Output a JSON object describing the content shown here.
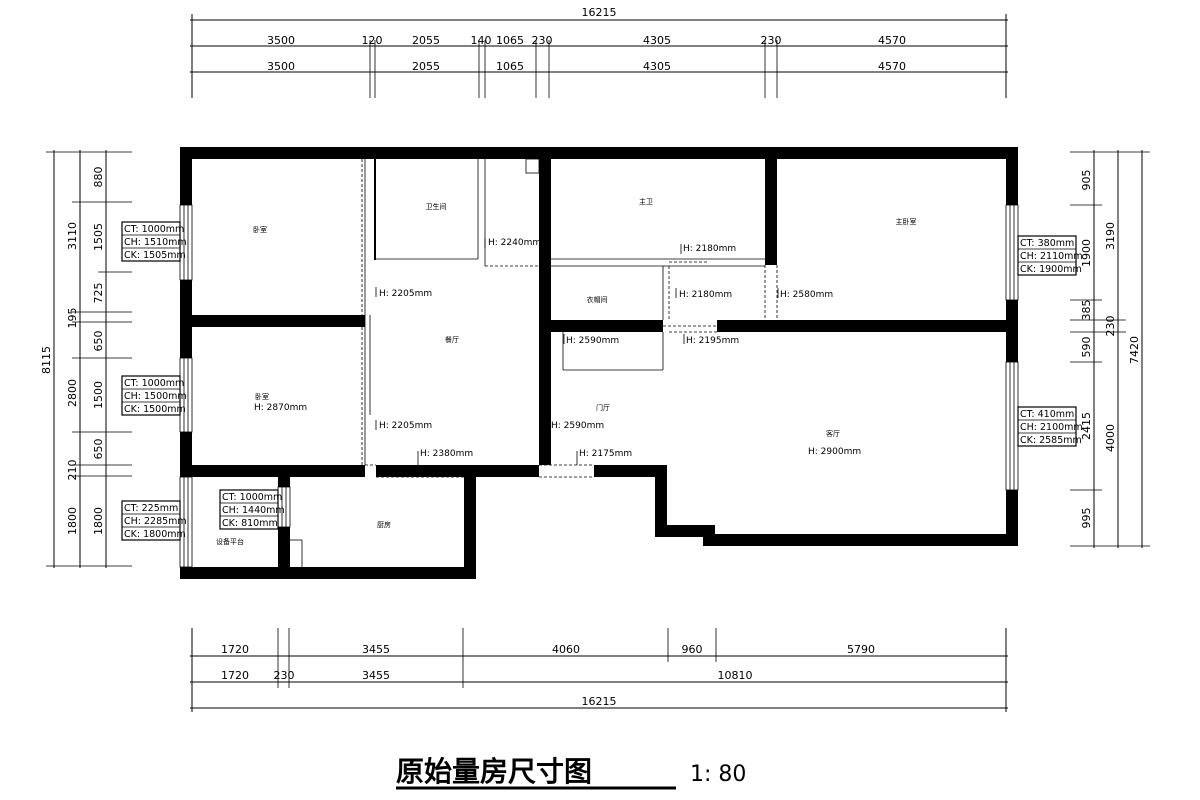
{
  "title": "原始量房尺寸图",
  "scale": "1: 80",
  "top_dims": {
    "total": "16215",
    "row1": [
      "3500",
      "120",
      "2055",
      "140",
      "1065",
      "230",
      "4305",
      "230",
      "4570"
    ],
    "row2": [
      "3500",
      "2055",
      "1065",
      "4305",
      "4570"
    ]
  },
  "bottom_dims": {
    "row1": [
      "1720",
      "3455",
      "4060",
      "960",
      "5790"
    ],
    "row2": [
      "1720",
      "230",
      "3455",
      "10810"
    ],
    "total": "16215"
  },
  "left_dims": {
    "outer": "8115",
    "mid": [
      "3110",
      "195",
      "2800",
      "210",
      "1800"
    ],
    "inner": [
      "880",
      "1505",
      "725",
      "650",
      "1500",
      "650",
      "1800"
    ]
  },
  "right_dims": {
    "outer": "7420",
    "mid": [
      "3190",
      "230",
      "4000"
    ],
    "inner": [
      "905",
      "1900",
      "385",
      "590",
      "2415",
      "995"
    ]
  },
  "rooms": {
    "bedroom1": "卧室",
    "bathroom": "卫生间",
    "master_bath": "主卫",
    "master_bedroom": "主卧室",
    "closet": "衣帽间",
    "dining": "餐厅",
    "bedroom2": "卧室",
    "foyer": "门厅",
    "living": "客厅",
    "kitchen": "厨房",
    "equipment": "设备平台"
  },
  "heights": {
    "h1": "H: 2240mm",
    "h2": "H: 2180mm",
    "h3": "H: 2205mm",
    "h4": "H: 2180mm",
    "h5": "H: 2580mm",
    "h6": "H: 2590mm",
    "h7": "H: 2195mm",
    "h8": "H: 2870mm",
    "h9": "H: 2205mm",
    "h10": "H: 2590mm",
    "h11": "H: 2380mm",
    "h12": "H: 2175mm",
    "h13": "H: 2900mm"
  },
  "windows": {
    "w1": [
      "CT: 1000mm",
      "CH: 1510mm",
      "CK: 1505mm"
    ],
    "w2": [
      "CT: 1000mm",
      "CH: 1500mm",
      "CK: 1500mm"
    ],
    "w3": [
      "CT: 225mm",
      "CH: 2285mm",
      "CK: 1800mm"
    ],
    "w4": [
      "CT: 1000mm",
      "CH: 1440mm",
      "CK: 810mm"
    ],
    "w5": [
      "CT: 380mm",
      "CH: 2110mm",
      "CK: 1900mm"
    ],
    "w6": [
      "CT: 410mm",
      "CH: 2100mm",
      "CK: 2585mm"
    ]
  }
}
